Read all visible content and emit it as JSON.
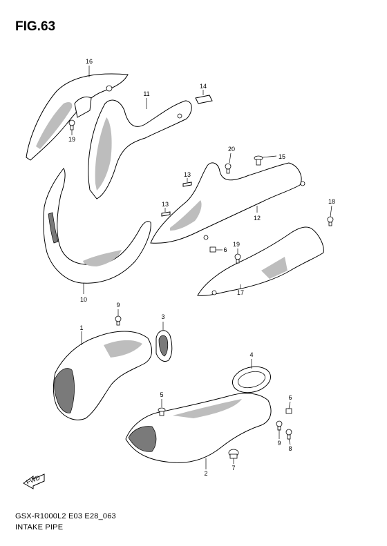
{
  "figure_title": "FIG.63",
  "footer": {
    "model_code": "GSX-R1000L2 E03 E28_063",
    "caption": "INTAKE PIPE"
  },
  "fwd_arrow": "FWD",
  "callouts": {
    "c1": "1",
    "c2": "2",
    "c3": "3",
    "c4": "4",
    "c5": "5",
    "c6a": "6",
    "c6b": "6",
    "c7": "7",
    "c8": "8",
    "c9a": "9",
    "c9b": "9",
    "c10": "10",
    "c11": "11",
    "c12": "12",
    "c13a": "13",
    "c13b": "13",
    "c14": "14",
    "c15": "15",
    "c16": "16",
    "c17": "17",
    "c18": "18",
    "c19a": "19",
    "c19b": "19",
    "c20": "20"
  }
}
